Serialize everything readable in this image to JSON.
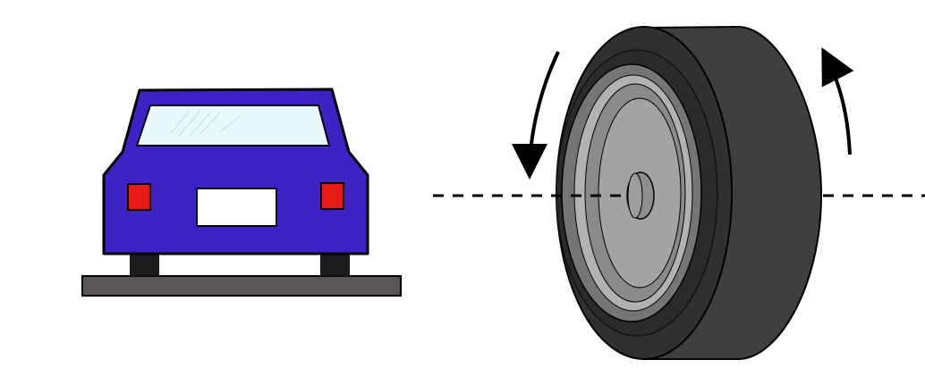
{
  "scene": {
    "background": "#ffffff"
  },
  "car": {
    "view": "rear",
    "body_color": "#3f22c6",
    "outline_color": "#000000",
    "window_color": "#e8f8fb",
    "tail_light_color": "#e51b14",
    "license_plate_color": "#ffffff",
    "wheel_color": "#1b1b1b",
    "ground_color": "#5a5657"
  },
  "tire": {
    "tread_color": "#3f3f3f",
    "sidewall_color": "#2f2f2f",
    "rim_outer_color": "#757575",
    "rim_ring_color": "#b2b2b2",
    "hub_face_color": "#a3a3a3",
    "hub_cap_color": "#8e8e8e",
    "axle_line": "dashed",
    "rotation_arrows": [
      "counterclockwise-left-arrow",
      "counterclockwise-right-arrow"
    ]
  }
}
